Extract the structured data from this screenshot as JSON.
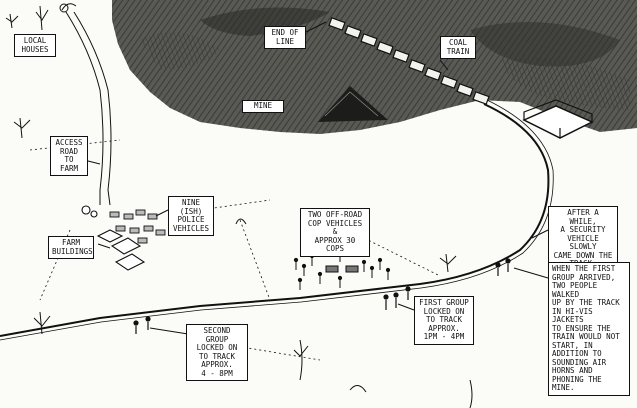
{
  "labels": {
    "local_houses": "LOCAL\nHOUSES",
    "end_of_line": "END OF\nLINE",
    "coal_train": "COAL\nTRAIN",
    "mine": "MINE",
    "access_road": "ACCESS\nROAD\nTO FARM",
    "nine_police": "NINE (ISH)\nPOLICE\nVEHICLES",
    "farm_buildings": "FARM\nBUILDINGS",
    "two_offroad": "TWO OFF-ROAD\nCOP VEHICLES &\nAPPROX 30 COPS",
    "security_vehicle": "AFTER A WHILE,\nA SECURITY\nVEHICLE SLOWLY\nCAME DOWN THE\nTRACK.",
    "first_group_arrived": "WHEN THE FIRST\nGROUP ARRIVED,\nTWO PEOPLE WALKED\nUP BY THE TRACK\nIN HI-VIS JACKETS\nTO ENSURE THE\nTRAIN WOULD NOT\nSTART, IN\nADDITION TO\nSOUNDING AIR\nHORNS AND\nPHONING THE\nMINE.",
    "first_group_locked": "FIRST GROUP\nLOCKED ON\nTO TRACK\nAPPROX.\n1pm - 4pm",
    "second_group": "SECOND GROUP\nLOCKED ON\nTO TRACK\nAPPROX.\n4 - 8pm"
  },
  "colors": {
    "ink": "#111111",
    "mine_shade": "#4a4a46",
    "paper": "#fbfbf8"
  }
}
